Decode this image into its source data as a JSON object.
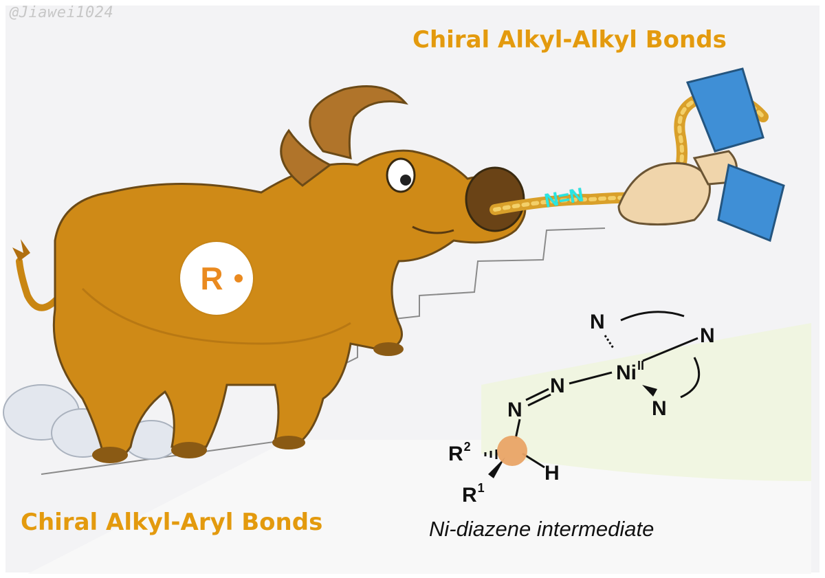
{
  "watermark": "@Jiawei1024",
  "titles": {
    "top": "Chiral Alkyl-Alkyl Bonds",
    "bottom": "Chiral Alkyl-Aryl Bonds"
  },
  "radical": {
    "label": "R"
  },
  "rope_label": "N=N",
  "structure": {
    "atoms": {
      "n_top_left": "N",
      "n_right": "N",
      "n_bottom": "N",
      "ni": "Ni",
      "ni_ox": "II",
      "n_azo_right": "N",
      "n_azo_left": "N",
      "r2": "R",
      "r2_sup": "2",
      "r1": "R",
      "r1_sup": "1",
      "h": "H"
    },
    "caption": "Ni-diazene intermediate"
  },
  "colors": {
    "title_orange": "#e39a0e",
    "bull_body": "#cf8a17",
    "rope_label_cyan": "#29e6e3",
    "sleeve_blue": "#3f8fd6",
    "stereocenter_highlight": "#e9a466"
  }
}
